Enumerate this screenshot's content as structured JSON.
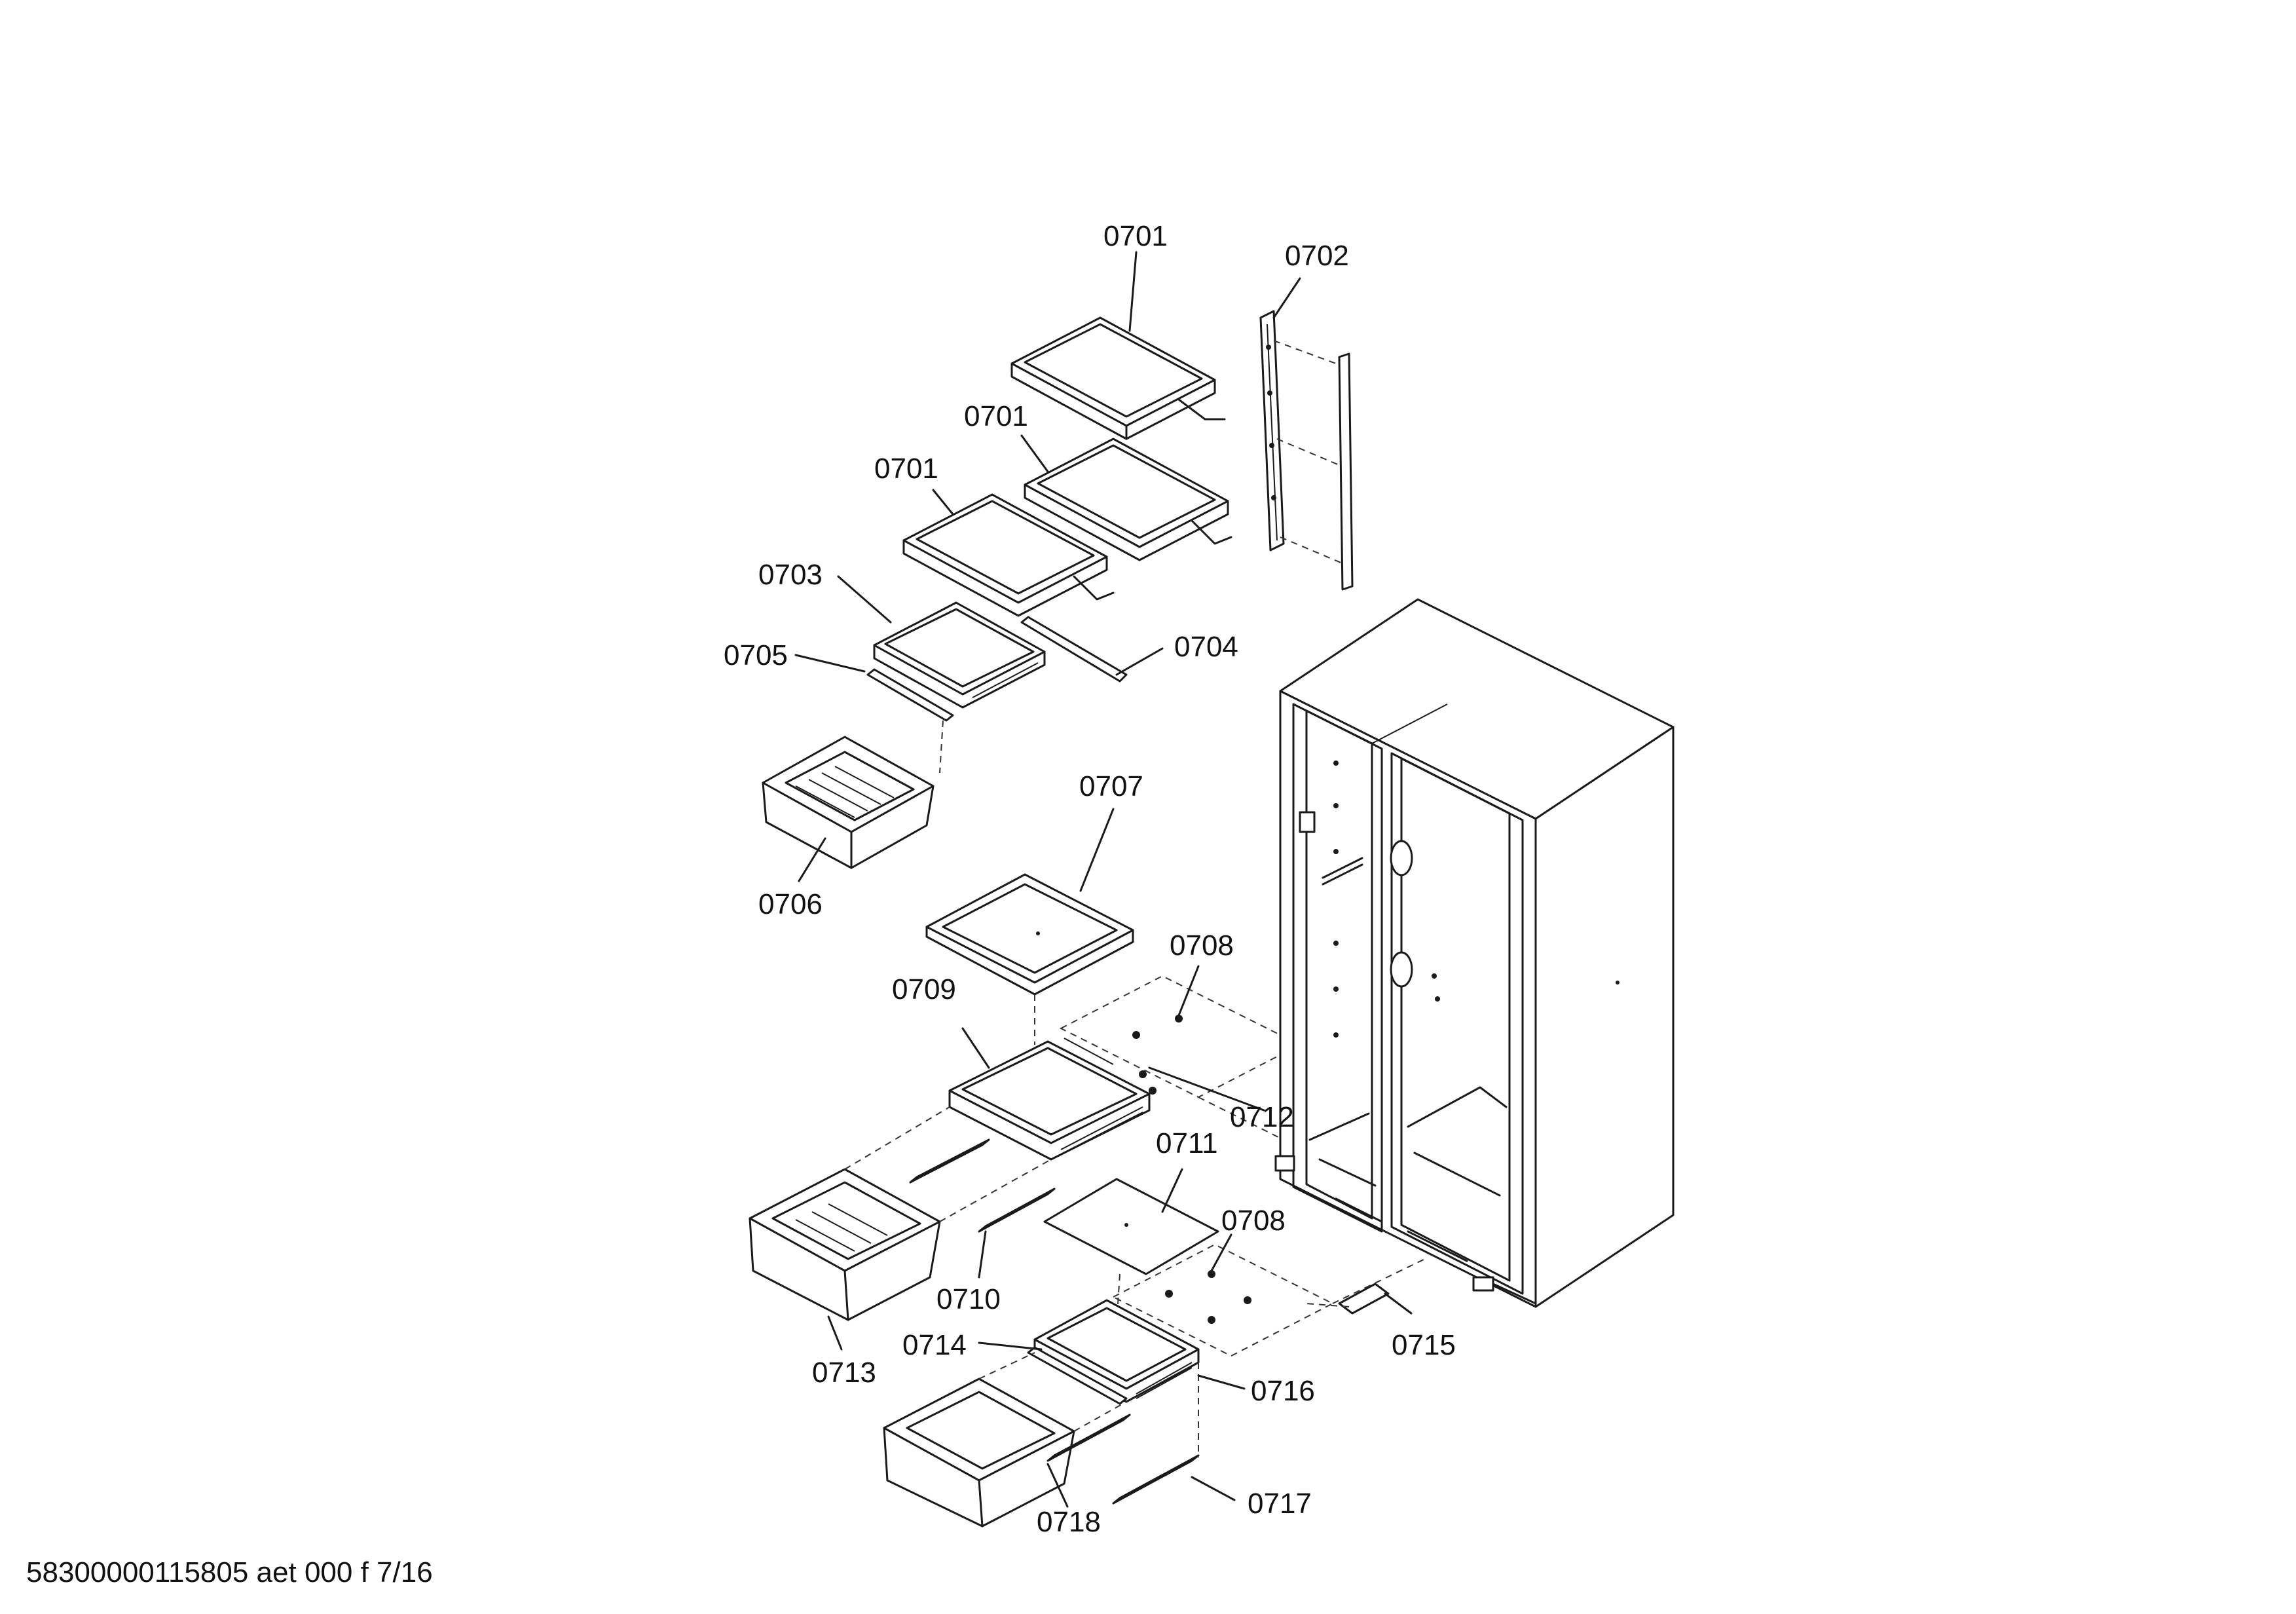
{
  "diagram": {
    "callouts": [
      {
        "id": "label-0701-a",
        "text": "0701"
      },
      {
        "id": "label-0702",
        "text": "0702"
      },
      {
        "id": "label-0701-b",
        "text": "0701"
      },
      {
        "id": "label-0701-c",
        "text": "0701"
      },
      {
        "id": "label-0703",
        "text": "0703"
      },
      {
        "id": "label-0705",
        "text": "0705"
      },
      {
        "id": "label-0704",
        "text": "0704"
      },
      {
        "id": "label-0707",
        "text": "0707"
      },
      {
        "id": "label-0706",
        "text": "0706"
      },
      {
        "id": "label-0708-a",
        "text": "0708"
      },
      {
        "id": "label-0709",
        "text": "0709"
      },
      {
        "id": "label-0712",
        "text": "0712"
      },
      {
        "id": "label-0711",
        "text": "0711"
      },
      {
        "id": "label-0708-b",
        "text": "0708"
      },
      {
        "id": "label-0710",
        "text": "0710"
      },
      {
        "id": "label-0714",
        "text": "0714"
      },
      {
        "id": "label-0715",
        "text": "0715"
      },
      {
        "id": "label-0713",
        "text": "0713"
      },
      {
        "id": "label-0716",
        "text": "0716"
      },
      {
        "id": "label-0717",
        "text": "0717"
      },
      {
        "id": "label-0718",
        "text": "0718"
      }
    ]
  },
  "footer": {
    "document_id": "58300000115805 aet 000 f 7/16"
  }
}
